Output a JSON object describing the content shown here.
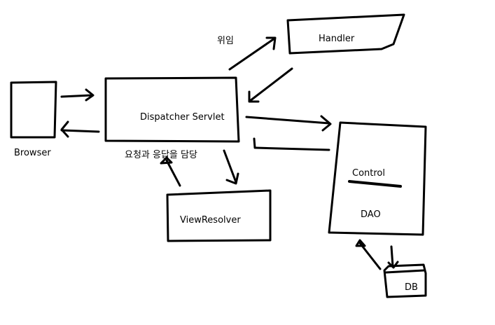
{
  "diagram": {
    "nodes": {
      "browser": "Browser",
      "dispatcher": "Dispatcher Servlet",
      "handler": "Handler",
      "view_resolver": "ViewResolver",
      "control": "Control",
      "dao": "DAO",
      "db": "DB"
    },
    "annotations": {
      "delegation": "위임",
      "request_response": "요청과 응답을 담당"
    }
  }
}
